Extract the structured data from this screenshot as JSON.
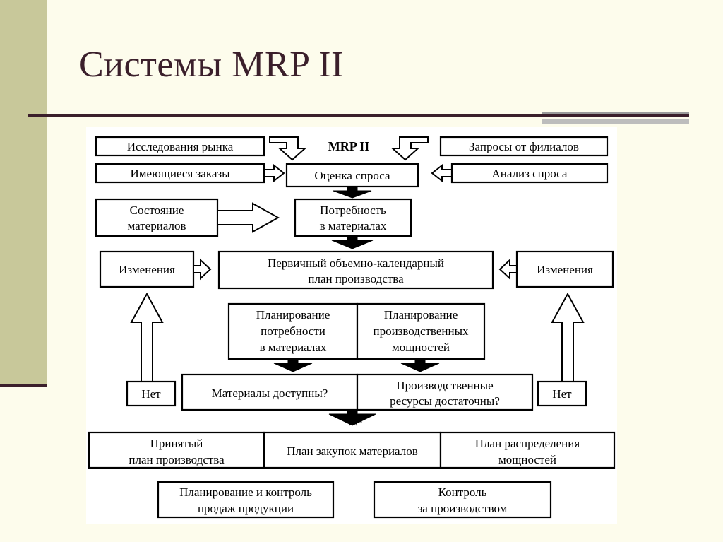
{
  "slide": {
    "title": "Системы MRP II"
  },
  "diagram": {
    "header": "MRP II",
    "market_research": "Исследования рынка",
    "branch_requests": "Запросы от филиалов",
    "existing_orders": "Имеющиеся заказы",
    "demand_estimate": "Оценка спроса",
    "demand_analysis": "Анализ спроса",
    "materials_state": [
      "Состояние",
      "материалов"
    ],
    "materials_need": [
      "Потребность",
      "в материалах"
    ],
    "changes_left": "Изменения",
    "changes_right": "Изменения",
    "master_plan": [
      "Первичный объемно-календарный",
      "план производства"
    ],
    "materials_planning": [
      "Планирование",
      "потребности",
      "в материалах"
    ],
    "capacity_planning": [
      "Планирование",
      "производственных",
      "мощностей"
    ],
    "no_left": "Нет",
    "no_right": "Нет",
    "materials_available": "Материалы доступны?",
    "resources_sufficient": [
      "Производственные",
      "ресурсы достаточны?"
    ],
    "yes": "Да",
    "accepted_plan": [
      "Принятый",
      "план производства"
    ],
    "purchase_plan": "План закупок материалов",
    "capacity_distribution": [
      "План распределения",
      "мощностей"
    ],
    "sales_control": [
      "Планирование и контроль",
      "продаж продукции"
    ],
    "production_control": [
      "Контроль",
      "за производством"
    ]
  }
}
